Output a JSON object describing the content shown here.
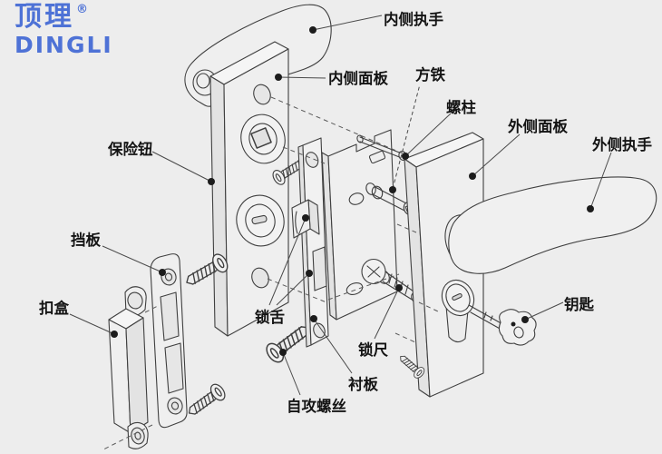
{
  "logo": {
    "brand_cn": "顶理",
    "registered": "®",
    "brand_en": "DINGLI",
    "color": "#4e72d6"
  },
  "diagram": {
    "type": "exploded-view-door-lock",
    "labels": [
      {
        "id": "inner-handle",
        "text": "内侧执手"
      },
      {
        "id": "inner-panel",
        "text": "内侧面板"
      },
      {
        "id": "square-spindle",
        "text": "方铁"
      },
      {
        "id": "stud-post",
        "text": "螺柱"
      },
      {
        "id": "outer-panel",
        "text": "外侧面板"
      },
      {
        "id": "outer-handle",
        "text": "外侧执手"
      },
      {
        "id": "safety-button",
        "text": "保险钮"
      },
      {
        "id": "strike-plate",
        "text": "挡板"
      },
      {
        "id": "strike-box",
        "text": "扣盒"
      },
      {
        "id": "latch-bolt",
        "text": "锁舌"
      },
      {
        "id": "lock-rod",
        "text": "锁尺"
      },
      {
        "id": "lining-plate",
        "text": "衬板"
      },
      {
        "id": "self-tapping-screw",
        "text": "自攻螺丝"
      },
      {
        "id": "key",
        "text": "钥匙"
      }
    ]
  },
  "colors": {
    "background": "#ededed",
    "line": "#3f3f3f",
    "label_text": "#141414",
    "logo_blue": "#4e72d6"
  }
}
